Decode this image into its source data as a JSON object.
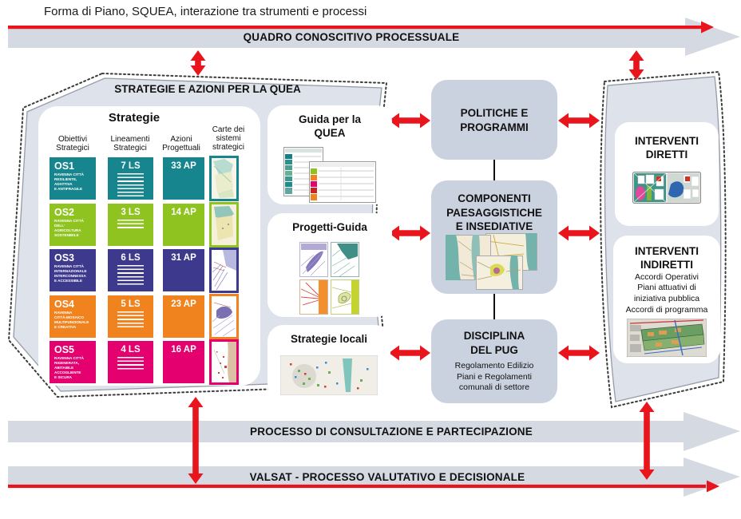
{
  "title": "Forma di Piano, SQUEA, interazione tra strumenti e processi",
  "bands": {
    "top": "QUADRO CONOSCITIVO PROCESSUALE",
    "consultazione": "PROCESSO DI CONSULTAZIONE E PARTECIPAZIONE",
    "valsat": "VALSAT - PROCESSO VALUTATIVO E DECISIONALE"
  },
  "left_panel": {
    "title": "STRATEGIE E AZIONI PER LA QUEA",
    "strategie": {
      "title": "Strategie",
      "columns": [
        "Obiettivi\nStrategici",
        "Lineamenti\nStrategici",
        "Azioni\nProgettuali",
        "Carte dei\nsistemi\nstrategici"
      ],
      "rows": [
        {
          "os": "OS1",
          "desc": "RAVENNA CITTÀ\nRESILIENTE,\nADATTIVA\nE ANTIFRAGILE",
          "ls": "7 LS",
          "ap": "33 AP",
          "color": "#17858d"
        },
        {
          "os": "OS2",
          "desc": "RAVENNA CITTÀ\nDELL'\nAGRICOLTURA\nSOSTENIBILE",
          "ls": "3 LS",
          "ap": "14 AP",
          "color": "#8fc31f"
        },
        {
          "os": "OS3",
          "desc": "RAVENNA CITTÀ\nINTERNAZIONALE\nINTERCONNESSA\nE ACCESSIBILE",
          "ls": "6 LS",
          "ap": "31 AP",
          "color": "#3d3a8d"
        },
        {
          "os": "OS4",
          "desc": "RAVENNA\nCITTÀ-MOSAICO\nMULTIFUNZIONALE\nE CREATIVA",
          "ls": "5 LS",
          "ap": "23 AP",
          "color": "#f0831e"
        },
        {
          "os": "OS5",
          "desc": "RAVENNA CITTÀ\nRIGENERATA,\nABITABILE\nACCOGLIENTE\nE SICURA",
          "ls": "4 LS",
          "ap": "16 AP",
          "color": "#e4006f"
        }
      ]
    },
    "guida": {
      "title": "Guida per la\nQUEA"
    },
    "progetti": {
      "title": "Progetti-Guida"
    },
    "locali": {
      "title": "Strategie locali"
    }
  },
  "center": {
    "politiche": {
      "title": "POLITICHE E\nPROGRAMMI"
    },
    "componenti": {
      "title": "COMPONENTI\nPAESAGGISTICHE\nE INSEDIATIVE"
    },
    "disciplina": {
      "title": "DISCIPLINA\nDEL PUG",
      "subtitle": "Regolamento Edilizio\nPiani e Regolamenti\ncomunali di settore"
    }
  },
  "right_panel": {
    "diretti": {
      "title": "INTERVENTI\nDIRETTI"
    },
    "indiretti": {
      "title": "INTERVENTI\nINDIRETTI",
      "subtitle": "Accordi Operativi\nPiani attuativi di\niniziativa pubblica\nAccordi di programma"
    }
  },
  "colors": {
    "accent_red": "#e9151d",
    "band_gray": "#d4d9e2",
    "zone_gray": "#dee2ea",
    "box_gray": "#cbd2df"
  }
}
